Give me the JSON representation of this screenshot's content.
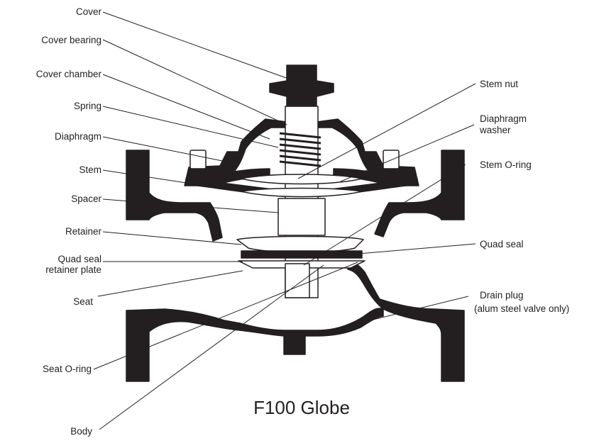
{
  "title": "F100 Globe",
  "labels": {
    "cover": "Cover",
    "cover_bearing": "Cover bearing",
    "cover_chamber": "Cover chamber",
    "spring": "Spring",
    "diaphragm": "Diaphragm",
    "stem": "Stem",
    "spacer": "Spacer",
    "retainer": "Retainer",
    "quad_seal_retainer_plate_1": "Quad seal",
    "quad_seal_retainer_plate_2": "retainer plate",
    "seat": "Seat",
    "seat_o_ring": "Seat O-ring",
    "body": "Body",
    "stem_nut": "Stem nut",
    "diaphragm_washer_1": "Diaphragm",
    "diaphragm_washer_2": "washer",
    "stem_o_ring": "Stem O-ring",
    "quad_seal": "Quad seal",
    "drain_plug_1": "Drain plug",
    "drain_plug_2": "(alum steel valve only)"
  },
  "colors": {
    "ink": "#231f20",
    "background": "#ffffff"
  }
}
